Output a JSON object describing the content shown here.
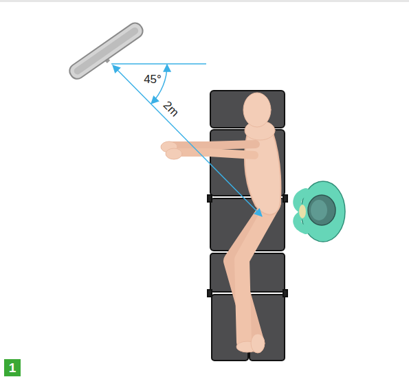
{
  "diagram": {
    "nodes": [
      {
        "text": [
          "1"
        ]
      }
    ],
    "labels": [
      "45°",
      "2m"
    ]
  }
}
